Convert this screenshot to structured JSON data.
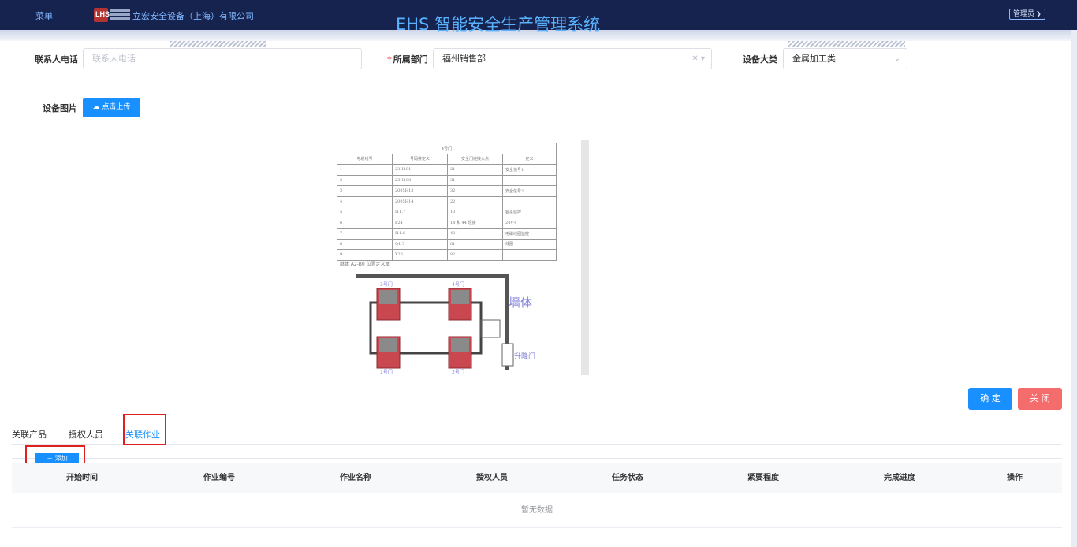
{
  "header": {
    "menu_label": "菜单",
    "logo_text": "LHS",
    "company_name": "立宏安全设备（上海）有限公司",
    "system_title": "EHS 智能安全生产管理系统",
    "user_label": "管理员"
  },
  "form": {
    "phone_label": "联系人电话",
    "phone_placeholder": "联系人电话",
    "dept_label": "所属部门",
    "dept_value": "福州销售部",
    "category_label": "设备大类",
    "category_value": "金属加工类",
    "image_label": "设备图片",
    "upload_label": "点击上传"
  },
  "preview": {
    "table_title": "4号门",
    "headers": [
      "电缆线号",
      "号码排定义",
      "安全门继接入点",
      "定义"
    ],
    "rows": [
      [
        "1",
        "23H101",
        "21",
        "安全信号1"
      ],
      [
        "2",
        "23H100",
        "31",
        ""
      ],
      [
        "3",
        "2005H13",
        "32",
        "安全信号2"
      ],
      [
        "4",
        "2005H14",
        "22",
        ""
      ],
      [
        "5",
        "I11.7",
        "13",
        "锁头监控"
      ],
      [
        "6",
        "P24",
        "14 和 44 短接",
        "24V+"
      ],
      [
        "7",
        "I11.6",
        "43",
        "电磁线圈监控"
      ],
      [
        "8",
        "Q1.7",
        "81",
        "线圈"
      ],
      [
        "9",
        "X26",
        "82",
        ""
      ]
    ],
    "caption": "继体 A2-B0 位置定义图",
    "door_labels": [
      "3号门",
      "4号门",
      "1号门",
      "2号门"
    ],
    "wall_label": "墙体",
    "lift_label": "升降门"
  },
  "actions": {
    "ok_label": "确 定",
    "close_label": "关 闭"
  },
  "tabs": [
    {
      "label": "关联产品"
    },
    {
      "label": "授权人员"
    },
    {
      "label": "关联作业"
    }
  ],
  "toolbar": {
    "add_label": "添加"
  },
  "table": {
    "columns": [
      "开始时间",
      "作业编号",
      "作业名称",
      "授权人员",
      "任务状态",
      "紧要程度",
      "完成进度",
      "操作"
    ],
    "empty_text": "暂无数据"
  },
  "colors": {
    "header_bg": "#16234f",
    "primary": "#1890ff",
    "danger": "#f56c6c",
    "highlight": "#e02020"
  }
}
